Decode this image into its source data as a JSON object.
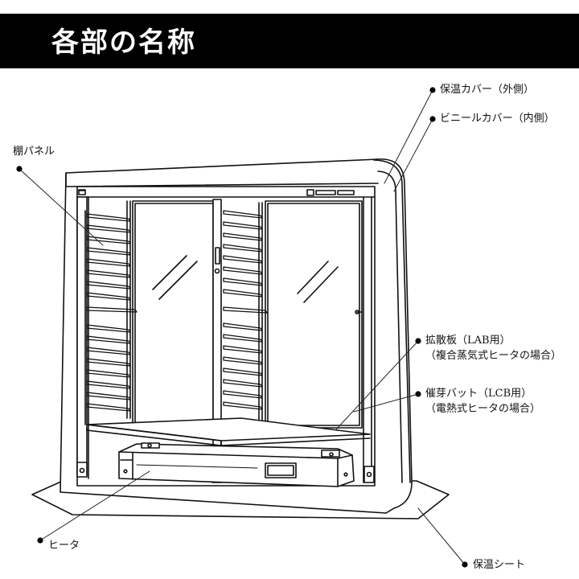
{
  "header": {
    "title": "各部の名称",
    "bg_color": "#000000",
    "text_color": "#ffffff"
  },
  "labels": {
    "outer_cover": "保温カバー（外側）",
    "inner_cover": "ビニールカバー（内側）",
    "shelf_panel": "棚パネル",
    "diffuser_line1": "拡散板（LAB用）",
    "diffuser_line2": "（複合蒸気式ヒータの場合）",
    "vat_line1": "催芽バット（LCB用）",
    "vat_line2": "（電熱式ヒータの場合）",
    "heater": "ヒータ",
    "sheet": "保温シート"
  }
}
